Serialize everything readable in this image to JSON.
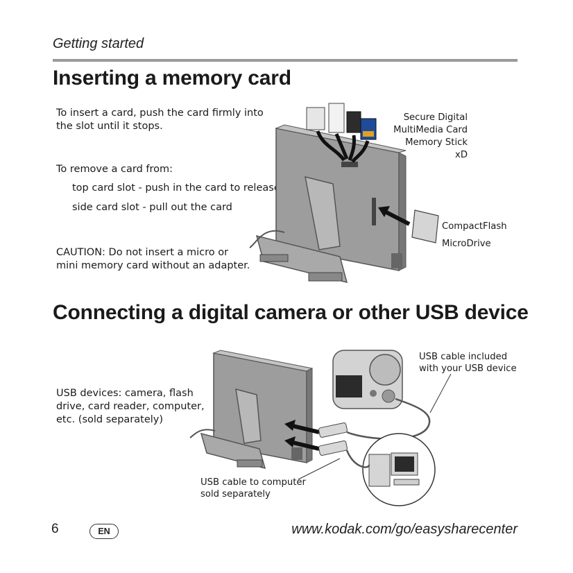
{
  "header": {
    "section_label": "Getting started"
  },
  "section1": {
    "title": "Inserting a memory card",
    "insert_line1": "To insert a card, push the card firmly into",
    "insert_line2": "the slot until it stops.",
    "remove_intro": "To remove a card from:",
    "remove_top": "top card slot - push in the card to release it",
    "remove_side": "side card slot - pull out the card",
    "caution_line1": "CAUTION: Do not insert a micro or",
    "caution_line2": "mini memory card without an adapter.",
    "top_slot_cards": [
      "Secure Digital",
      "MultiMedia Card",
      "Memory Stick",
      "xD"
    ],
    "side_slot_cards": [
      "CompactFlash",
      "MicroDrive"
    ]
  },
  "section2": {
    "title": "Connecting a digital camera or other USB device",
    "devices_line1": "USB devices: camera, flash",
    "devices_line2": "drive, card reader, computer,",
    "devices_line3": "etc. (sold separately)",
    "cable_included_line1": "USB cable included",
    "cable_included_line2": "with your USB device",
    "cable_computer_line1": "USB cable to computer",
    "cable_computer_line2": "sold separately"
  },
  "footer": {
    "page_number": "6",
    "language_badge": "EN",
    "url": "www.kodak.com/go/easysharecenter"
  }
}
